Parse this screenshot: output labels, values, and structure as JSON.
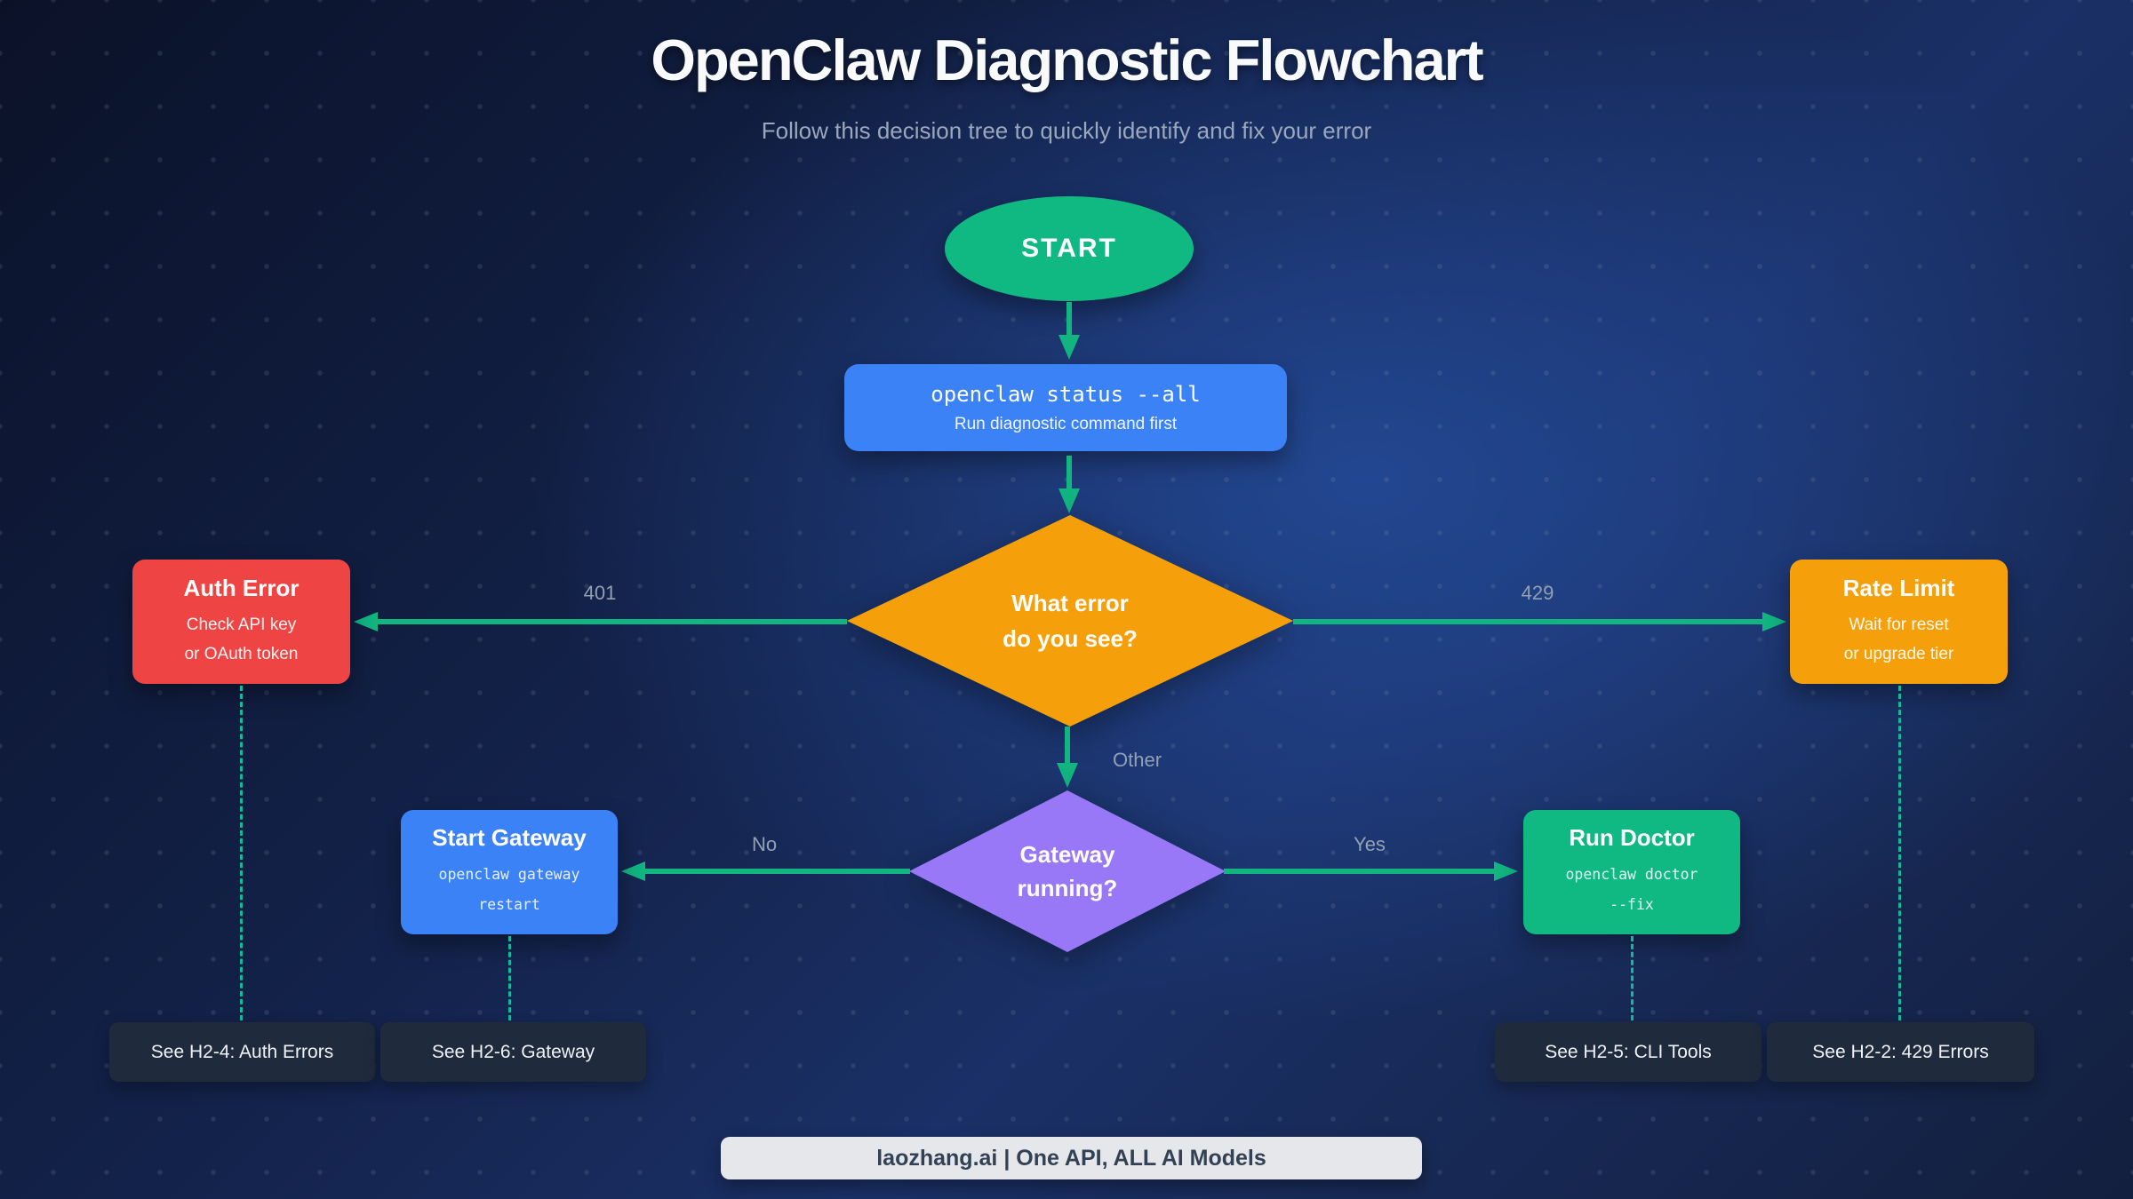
{
  "title": "OpenClaw Diagnostic Flowchart",
  "subtitle": "Follow this decision tree to quickly identify and fix your error",
  "colors": {
    "background_dark": "#0b1228",
    "background_light": "#1a3066",
    "green": "#10b981",
    "blue": "#3b82f6",
    "red": "#ef4444",
    "orange": "#f5a00b",
    "purple": "#9878f6",
    "arrow_green": "#12b480",
    "dashed_teal": "#15b89b",
    "label_gray": "#93a0b4",
    "ref_box_bg": "#1f2a3c",
    "footer_bg": "#e5e7eb"
  },
  "nodes": {
    "start": {
      "label": "START"
    },
    "command": {
      "code": "openclaw status --all",
      "caption": "Run diagnostic command first"
    },
    "decision_error": {
      "line1": "What error",
      "line2": "do you see?"
    },
    "auth_error": {
      "title": "Auth Error",
      "line1": "Check API key",
      "line2": "or OAuth token"
    },
    "rate_limit": {
      "title": "Rate Limit",
      "line1": "Wait for reset",
      "line2": "or upgrade tier"
    },
    "decision_gateway": {
      "line1": "Gateway",
      "line2": "running?"
    },
    "start_gateway": {
      "title": "Start Gateway",
      "code1": "openclaw gateway",
      "code2": "restart"
    },
    "run_doctor": {
      "title": "Run Doctor",
      "code1": "openclaw doctor",
      "code2": "--fix"
    }
  },
  "edge_labels": {
    "auth": "401",
    "rate": "429",
    "other": "Other",
    "no": "No",
    "yes": "Yes"
  },
  "references": [
    {
      "label": "See H2-4: Auth Errors"
    },
    {
      "label": "See H2-6: Gateway"
    },
    {
      "label": "See H2-5: CLI Tools"
    },
    {
      "label": "See H2-2: 429 Errors"
    }
  ],
  "footer": {
    "label": "laozhang.ai | One API, ALL AI Models"
  }
}
